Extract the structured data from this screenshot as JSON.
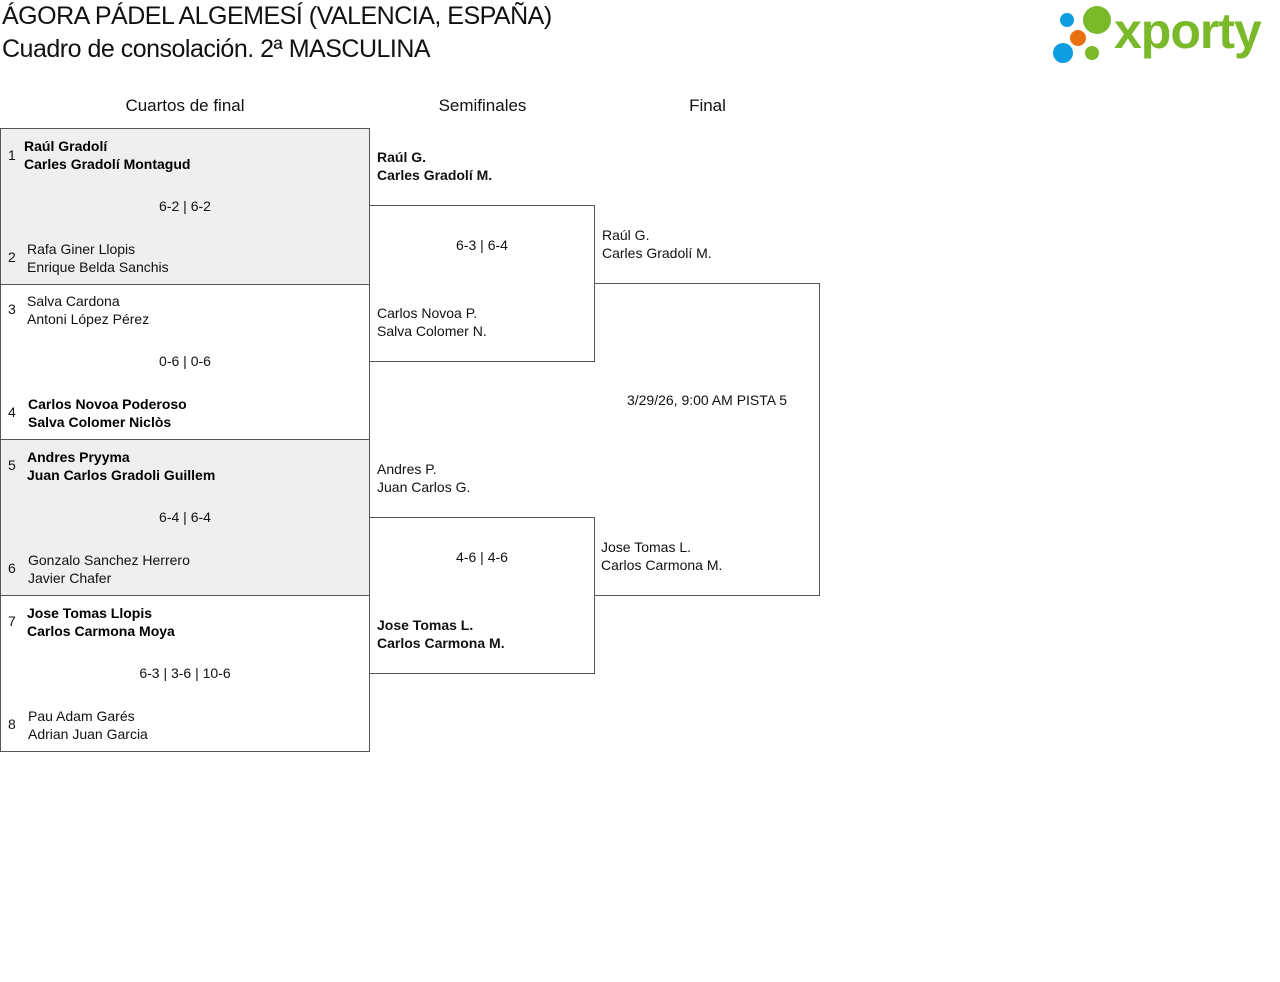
{
  "header": {
    "title": "ÁGORA PÁDEL ALGEMESÍ (VALENCIA, ESPAÑA)",
    "subtitle": "Cuadro de consolación. 2ª MASCULINA",
    "logo_text": "xporty"
  },
  "colors": {
    "logo_green": "#7ab929",
    "logo_blue": "#0f9de2",
    "logo_orange": "#e8700f",
    "shade": "#efefef"
  },
  "rounds": [
    "Cuartos de final",
    "Semifinales",
    "Final"
  ],
  "quarterfinals": [
    {
      "seeds": [
        "1",
        "2"
      ],
      "teams": [
        [
          "Raúl Gradolí",
          "Carles Gradolí Montagud"
        ],
        [
          "Rafa Giner Llopis",
          "Enrique Belda Sanchis"
        ]
      ],
      "winner": 0,
      "score": "6-2 | 6-2"
    },
    {
      "seeds": [
        "3",
        "4"
      ],
      "teams": [
        [
          "Salva Cardona",
          "Antoni López Pérez"
        ],
        [
          "Carlos Novoa Poderoso",
          "Salva Colomer Niclòs"
        ]
      ],
      "winner": 1,
      "score": "0-6 | 0-6"
    },
    {
      "seeds": [
        "5",
        "6"
      ],
      "teams": [
        [
          "Andres Pryyma",
          "Juan Carlos Gradoli Guillem"
        ],
        [
          "Gonzalo Sanchez Herrero",
          "Javier Chafer"
        ]
      ],
      "winner": 0,
      "score": "6-4 | 6-4"
    },
    {
      "seeds": [
        "7",
        "8"
      ],
      "teams": [
        [
          "Jose Tomas Llopis",
          "Carlos Carmona Moya"
        ],
        [
          "Pau Adam Garés",
          "Adrian Juan Garcia"
        ]
      ],
      "winner": 0,
      "score": "6-3 | 3-6 | 10-6"
    }
  ],
  "semifinals": [
    {
      "teams": [
        [
          "Raúl G.",
          "Carles Gradolí M."
        ],
        [
          "Carlos Novoa P.",
          "Salva Colomer N."
        ]
      ],
      "winner": 0,
      "score": "6-3 | 6-4"
    },
    {
      "teams": [
        [
          "Andres P.",
          "Juan Carlos G."
        ],
        [
          "Jose Tomas L.",
          "Carlos Carmona M."
        ]
      ],
      "winner": 1,
      "score": "4-6 | 4-6"
    }
  ],
  "final": {
    "teams": [
      [
        "Raúl G.",
        "Carles Gradolí M."
      ],
      [
        "Jose Tomas L.",
        "Carlos Carmona M."
      ]
    ],
    "schedule": "3/29/26, 9:00 AM PISTA 5"
  }
}
